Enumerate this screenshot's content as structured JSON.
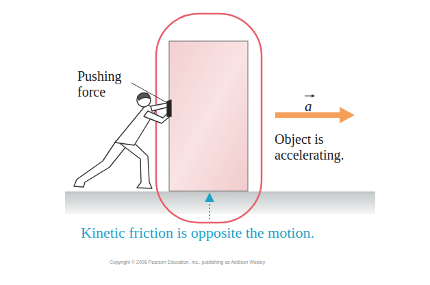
{
  "diagram": {
    "labels": [
      "Pushing force",
      "a",
      "Object is accelerating.",
      "Kinetic friction is opposite the motion.",
      "Copyright © 2008 Pearson Education, Inc., publishing as Addison Wesley"
    ]
  }
}
